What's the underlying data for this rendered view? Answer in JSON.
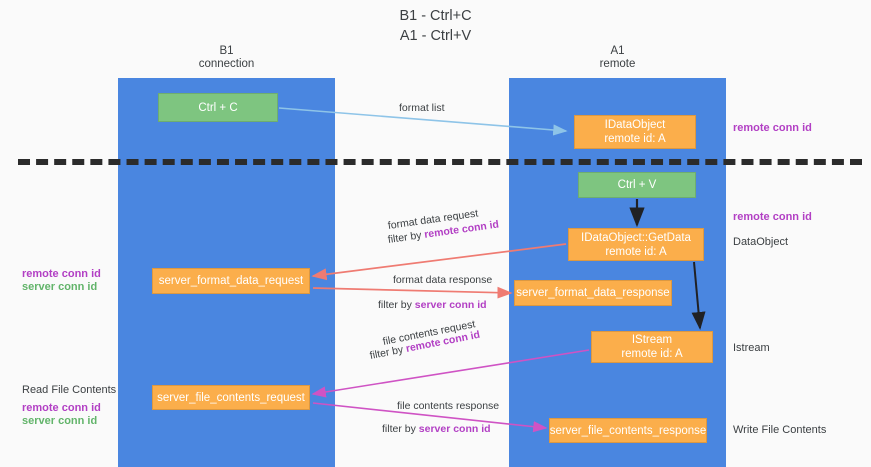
{
  "title": {
    "line1": "B1 - Ctrl+C",
    "line2": "A1 - Ctrl+V"
  },
  "lanes": [
    {
      "id": "b1",
      "name": "B1",
      "role": "connection"
    },
    {
      "id": "a1",
      "name": "A1",
      "role": "remote"
    }
  ],
  "nodes": {
    "ctrl_c": {
      "line1": "Ctrl + C",
      "line2": "",
      "color": "#7ec580"
    },
    "idataobject": {
      "line1": "IDataObject",
      "line2": "remote id: A",
      "color": "#fbae4b"
    },
    "ctrl_v": {
      "line1": "Ctrl + V",
      "line2": "",
      "color": "#7ec580"
    },
    "getdata": {
      "line1": "IDataObject::GetData",
      "line2": "remote id: A",
      "color": "#fbae4b"
    },
    "server_format_data_request": {
      "line1": "server_format_data_request",
      "line2": "",
      "color": "#fbae4b"
    },
    "server_format_data_response": {
      "line1": "server_format_data_response",
      "line2": "",
      "color": "#fbae4b"
    },
    "istream": {
      "line1": "IStream",
      "line2": "remote id: A",
      "color": "#fbae4b"
    },
    "server_file_contents_request": {
      "line1": "server_file_contents_request",
      "line2": "",
      "color": "#fbae4b"
    },
    "server_file_contents_response": {
      "line1": "server_file_contents_response",
      "line2": "",
      "color": "#fbae4b"
    }
  },
  "arrow_labels": {
    "format_list": "format list",
    "format_data_request": "format data request",
    "format_data_request_filter_prefix": "filter by ",
    "format_data_request_filter_value": "remote conn id",
    "format_data_response": "format data response",
    "format_data_response_filter_prefix": "filter by ",
    "format_data_response_filter_value": "server conn id",
    "file_contents_request": "file contents request",
    "file_contents_request_filter_prefix": "filter by ",
    "file_contents_request_filter_value": "remote conn id",
    "file_contents_response": "file contents response",
    "file_contents_response_filter_prefix": "filter by ",
    "file_contents_response_filter_value": "server conn id"
  },
  "side_labels": {
    "right_remote_conn_id_top": "remote conn id",
    "right_remote_conn_id_mid": "remote conn id",
    "right_dataobject": "DataObject",
    "right_istream": "Istream",
    "right_write_file_contents": "Write File Contents",
    "left_remote_conn_id_mid": "remote conn id",
    "left_server_conn_id_mid": "server conn id",
    "left_read_file_contents": "Read File Contents",
    "left_remote_conn_id_bot": "remote conn id",
    "left_server_conn_id_bot": "server conn id"
  },
  "colors": {
    "lane": "#4a86e0",
    "orange": "#fbae4b",
    "green": "#7ec580",
    "purple": "#b23fc4",
    "green_text": "#62b46a",
    "arrow_blue": "#8ec4e8",
    "arrow_red": "#ef7b72",
    "arrow_magenta": "#cf53c4",
    "arrow_black": "#202124",
    "divider": "#2b2b2b",
    "background": "#fafafa"
  }
}
